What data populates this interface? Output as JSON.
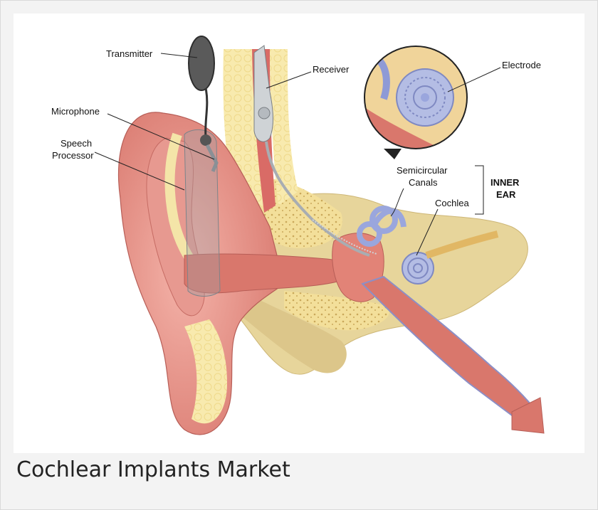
{
  "caption": "Cochlear Implants Market",
  "labels": {
    "transmitter": "Transmitter",
    "receiver": "Receiver",
    "microphone": "Microphone",
    "speech_processor_1": "Speech",
    "speech_processor_2": "Processor",
    "electrode": "Electrode",
    "semicircular_1": "Semicircular",
    "semicircular_2": "Canals",
    "cochlea": "Cochlea",
    "inner_ear_1": "INNER",
    "inner_ear_2": "EAR"
  },
  "colors": {
    "skin": "#e8938a",
    "skin_dark": "#c9655e",
    "fat": "#f6e7a8",
    "bone": "#e8cf8c",
    "canal": "#d9776c",
    "inner_ear_blue": "#a9b4e0",
    "device": "#5a5a5a"
  }
}
